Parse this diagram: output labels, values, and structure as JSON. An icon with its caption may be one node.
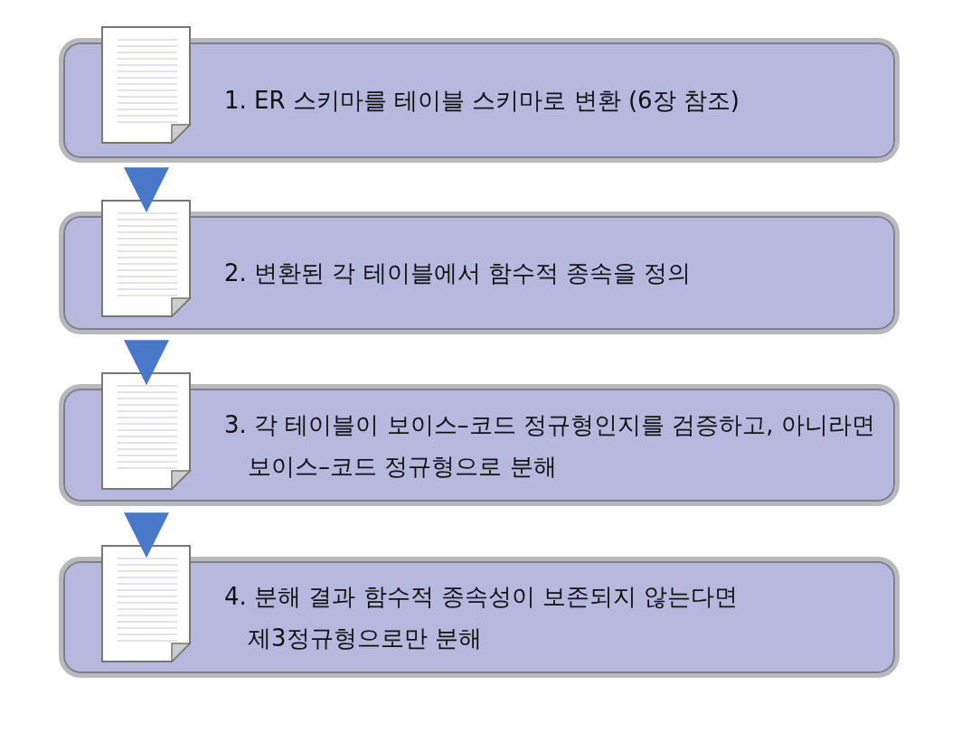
{
  "diagram": {
    "nodes": [
      {
        "text": [
          "1. ER 스키마를 테이블 스키마로 변환 (6장 참조)"
        ]
      },
      {
        "text": [
          "2. 변환된 각 테이블에서 함수적 종속을 정의"
        ]
      },
      {
        "text": [
          "3. 각 테이블이 보이스–코드 정규형인지를 검증하고, 아니라면 보이스–코드 정규형으로 분해"
        ]
      },
      {
        "text": [
          "4. 분해 결과 함수적 종속성이 보존되지 않는다면 제3정규형으로만 분해"
        ]
      }
    ],
    "edges": [
      {
        "from": 0,
        "to": 1,
        "arrow": "to"
      },
      {
        "from": 1,
        "to": 2,
        "arrow": "to"
      },
      {
        "from": 2,
        "to": 3,
        "arrow": "to"
      }
    ]
  }
}
